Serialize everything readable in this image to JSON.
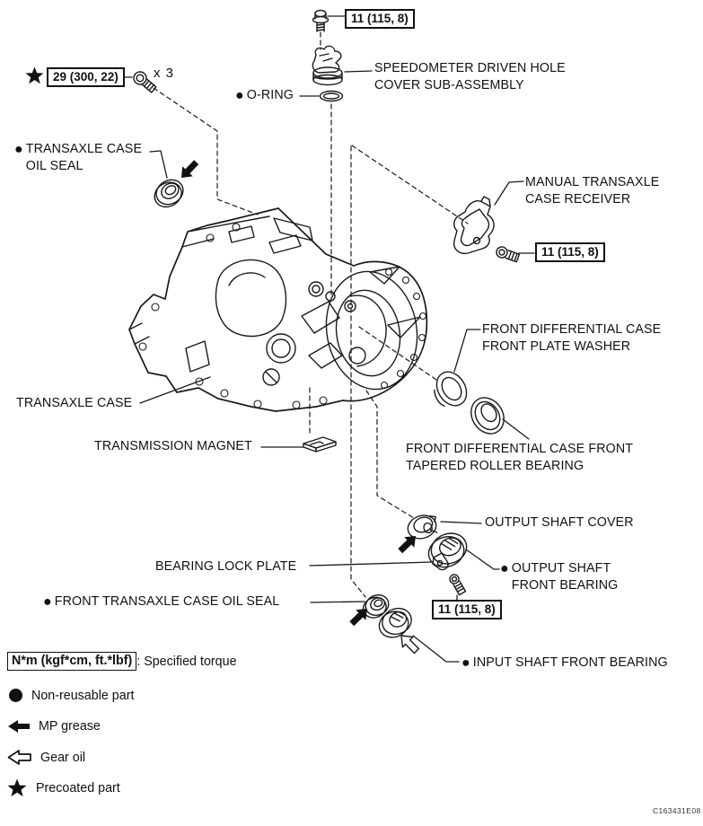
{
  "figure": {
    "code": "C163431E08"
  },
  "torque": {
    "top_bolt": "11 (115, 8)",
    "receiver_bolt": "11 (115, 8)",
    "bottom_bolt": "11 (115, 8)",
    "precoated_bolt": "29 (300, 22)",
    "precoated_count": "x 3"
  },
  "labels": {
    "speedometer_cover": {
      "line1": "SPEEDOMETER DRIVEN HOLE",
      "line2": "COVER SUB-ASSEMBLY"
    },
    "o_ring": {
      "bullet": "●",
      "line1": "O-RING"
    },
    "transaxle_case_oil_seal": {
      "bullet": "●",
      "line1": "TRANSAXLE CASE",
      "line2": "OIL SEAL"
    },
    "manual_transaxle_case_receiver": {
      "line1": "MANUAL TRANSAXLE",
      "line2": "CASE RECEIVER"
    },
    "front_diff_front_plate_washer": {
      "line1": "FRONT DIFFERENTIAL CASE",
      "line2": "FRONT PLATE WASHER"
    },
    "transaxle_case": {
      "line1": "TRANSAXLE CASE"
    },
    "transmission_magnet": {
      "line1": "TRANSMISSION MAGNET"
    },
    "front_diff_tapered_roller_bearing": {
      "line1": "FRONT DIFFERENTIAL CASE FRONT",
      "line2": "TAPERED ROLLER BEARING"
    },
    "output_shaft_cover": {
      "line1": "OUTPUT SHAFT COVER"
    },
    "output_shaft_front_bearing": {
      "bullet": "●",
      "line1": "OUTPUT SHAFT",
      "line2": "FRONT BEARING"
    },
    "bearing_lock_plate": {
      "line1": "BEARING LOCK PLATE"
    },
    "front_transaxle_case_oil_seal": {
      "bullet": "●",
      "line1": "FRONT TRANSAXLE CASE OIL SEAL"
    },
    "input_shaft_front_bearing": {
      "bullet": "●",
      "line1": "INPUT SHAFT FRONT BEARING"
    }
  },
  "legend": {
    "torque_note": {
      "boxed": "N*m (kgf*cm, ft.*lbf)",
      "suffix": ": Specified torque"
    },
    "items": [
      {
        "icon": "non-reusable-dot-icon",
        "text": "Non-reusable part"
      },
      {
        "icon": "mp-grease-arrow-icon",
        "text": "MP grease"
      },
      {
        "icon": "gear-oil-arrow-icon",
        "text": "Gear oil"
      },
      {
        "icon": "precoated-star-icon",
        "text": "Precoated part"
      }
    ]
  },
  "colors": {
    "ink": "#1a1a1a",
    "background": "#ffffff"
  }
}
